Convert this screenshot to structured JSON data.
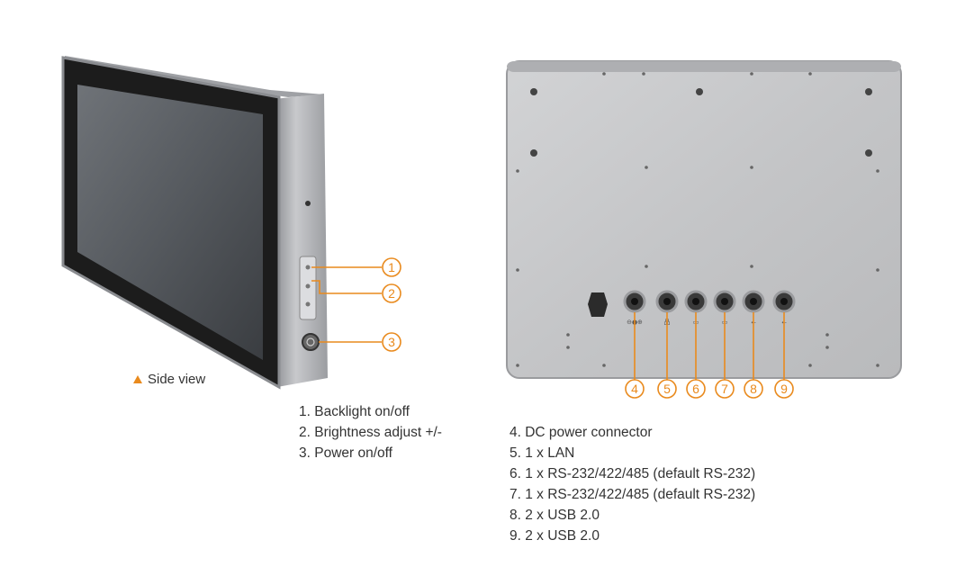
{
  "side_view": {
    "caption": "Side view",
    "callouts": [
      "1",
      "2",
      "3"
    ]
  },
  "rear_view": {
    "callouts": [
      "4",
      "5",
      "6",
      "7",
      "8",
      "9"
    ]
  },
  "side_features": [
    "1. Backlight on/off",
    "2. Brightness adjust +/-",
    "3. Power on/off"
  ],
  "rear_features": [
    "4. DC power connector",
    "5. 1 x LAN",
    "6. 1 x RS-232/422/485 (default RS-232)",
    "7. 1 x RS-232/422/485 (default RS-232)",
    "8. 2 x USB 2.0",
    "9. 2 x USB 2.0"
  ],
  "colors": {
    "accent": "#e98a1d",
    "text": "#333333",
    "bezel": "#1a1a1a",
    "steel": "#c9cacc"
  }
}
